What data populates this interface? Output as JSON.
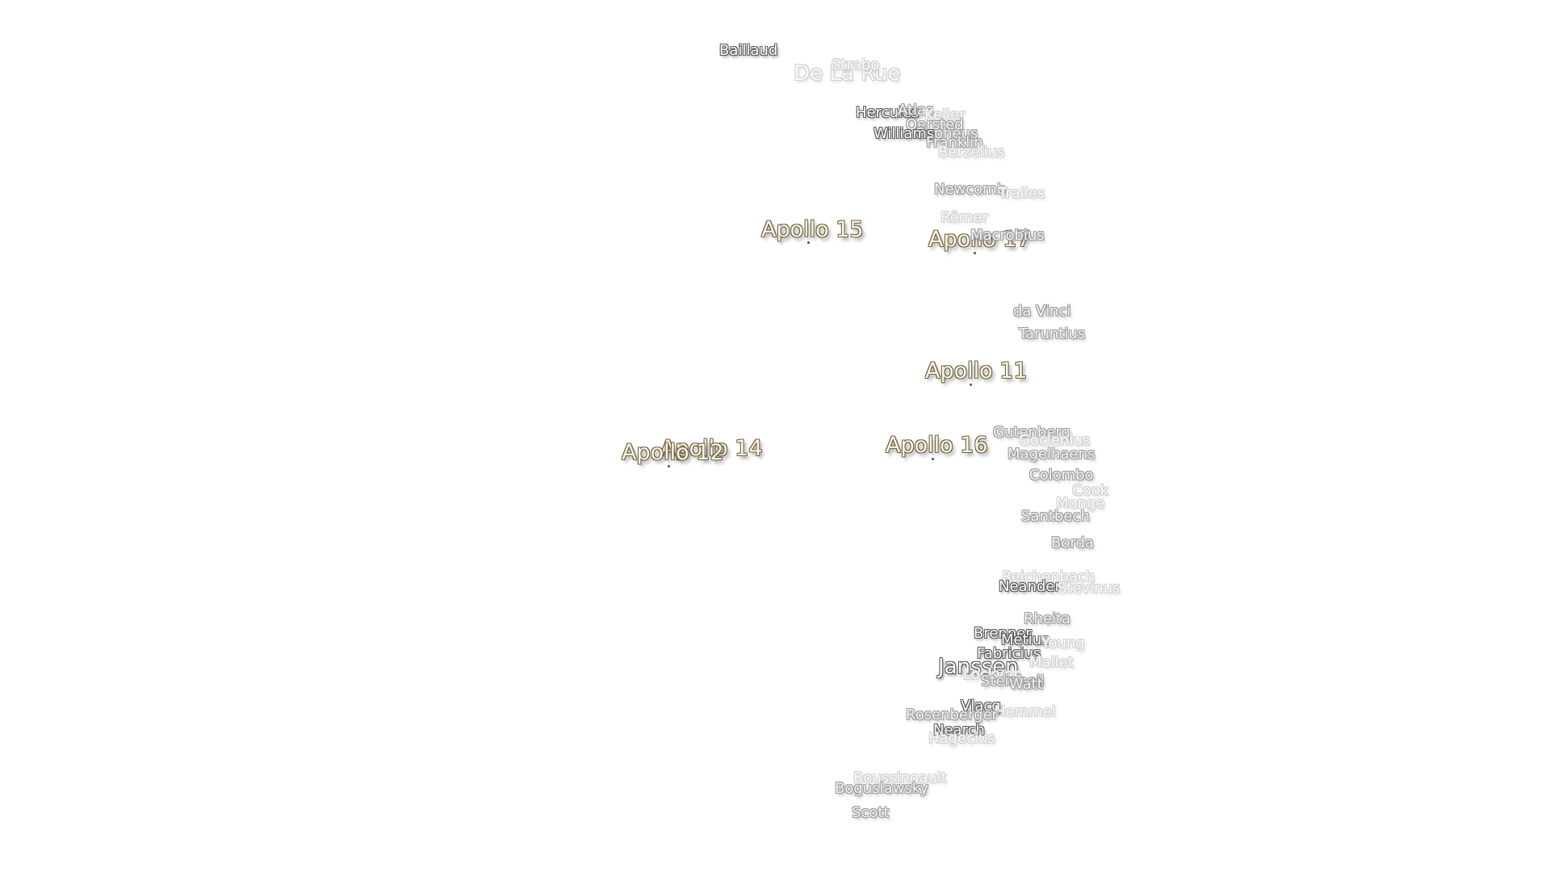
{
  "map": {
    "background_color": "#ffffff",
    "apollo_label_color": "#fff6de",
    "crater_label_color": "#ffffff",
    "apollo_sites": [
      {
        "id": "apollo-15",
        "label": "Apollo 15"
      },
      {
        "id": "apollo-17",
        "label": "Apollo 17"
      },
      {
        "id": "apollo-11",
        "label": "Apollo 11"
      },
      {
        "id": "apollo-14",
        "label": "Apollo 14"
      },
      {
        "id": "apollo-12",
        "label": "Apollo 12"
      },
      {
        "id": "apollo-16",
        "label": "Apollo 16"
      }
    ],
    "craters": [
      "Baillaud",
      "De La Rue",
      "Strabo",
      "Hercules",
      "Atlas",
      "Keller",
      "Oersted",
      "Cepheus",
      "Williams",
      "Franklin",
      "Berzelius",
      "Newcomb",
      "Tralles",
      "Römer",
      "Macrobius",
      "da Vinci",
      "Taruntius",
      "Gutenberg",
      "Goclenius",
      "Magelhaens",
      "Colombo",
      "Cook",
      "Monge",
      "Santbech",
      "Borda",
      "Reichenbach",
      "Neander",
      "Stevinus",
      "Rheita",
      "Brenner",
      "Metius",
      "Young",
      "Fabricius",
      "Mallet",
      "Janssen",
      "Lockyer",
      "Steinheil",
      "Watt",
      "Vlacq",
      "Hommel",
      "Rosenberger",
      "Nearch",
      "Hagecius",
      "Boussingault",
      "Boguslawsky",
      "Scott"
    ]
  }
}
